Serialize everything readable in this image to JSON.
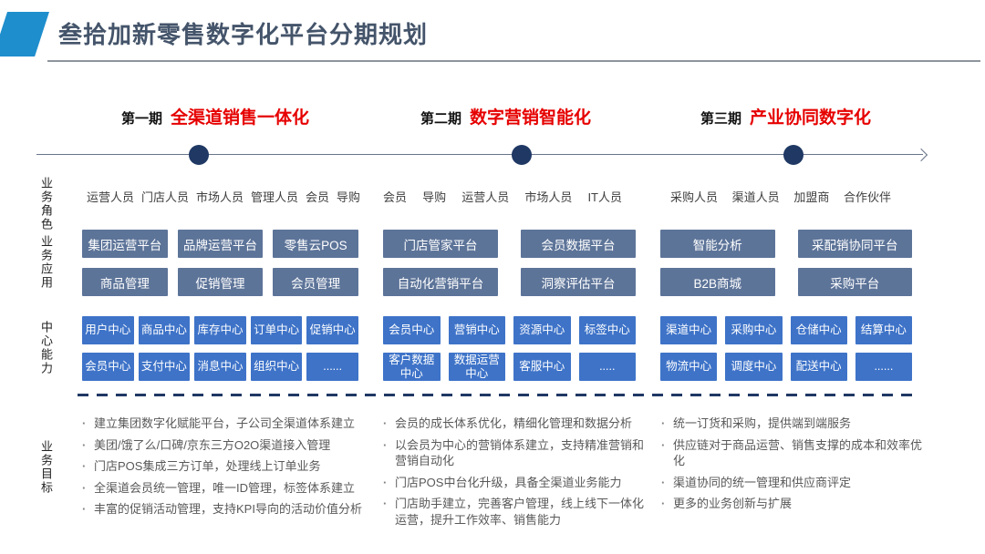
{
  "slide": {
    "title": "叁拾加新零售数字化平台分期规划"
  },
  "row_labels": {
    "roles": "业务角色",
    "apps": "业务应用",
    "centers": "中心能力",
    "goals": "业务目标"
  },
  "phases": [
    {
      "label": "第一期",
      "title": "全渠道销售一体化",
      "roles": [
        "运营人员",
        "门店人员",
        "市场人员",
        "管理人员",
        "会员",
        "导购"
      ],
      "apps": [
        [
          "集团运营平台",
          "品牌运营平台",
          "零售云POS"
        ],
        [
          "商品管理",
          "促销管理",
          "会员管理"
        ]
      ],
      "centers": [
        [
          "用户中心",
          "商品中心",
          "库存中心",
          "订单中心",
          "促销中心"
        ],
        [
          "会员中心",
          "支付中心",
          "消息中心",
          "组织中心",
          "......"
        ]
      ],
      "goals": [
        "建立集团数字化赋能平台，子公司全渠道体系建立",
        "美团/饿了么/口碑/京东三方O2O渠道接入管理",
        "门店POS集成三方订单，处理线上订单业务",
        "全渠道会员统一管理，唯一ID管理，标签体系建立",
        "丰富的促销活动管理，支持KPI导向的活动价值分析"
      ]
    },
    {
      "label": "第二期",
      "title": "数字营销智能化",
      "roles": [
        "会员",
        "导购",
        "运营人员",
        "市场人员",
        "IT人员"
      ],
      "apps": [
        [
          "门店管家平台",
          "会员数据平台"
        ],
        [
          "自动化营销平台",
          "洞察评估平台"
        ]
      ],
      "centers": [
        [
          "会员中心",
          "营销中心",
          "资源中心",
          "标签中心"
        ],
        [
          "客户数据中心",
          "数据运营中心",
          "客服中心",
          "....."
        ]
      ],
      "goals": [
        "会员的成长体系优化，精细化管理和数据分析",
        "以会员为中心的营销体系建立，支持精准营销和营销自动化",
        "门店POS中台化升级，具备全渠道业务能力",
        "门店助手建立，完善客户管理，线上线下一体化运营，提升工作效率、销售能力"
      ]
    },
    {
      "label": "第三期",
      "title": "产业协同数字化",
      "roles": [
        "采购人员",
        "渠道人员",
        "加盟商",
        "合作伙伴"
      ],
      "apps": [
        [
          "智能分析",
          "采配销协同平台"
        ],
        [
          "B2B商城",
          "采购平台"
        ]
      ],
      "centers": [
        [
          "渠道中心",
          "采购中心",
          "仓储中心",
          "结算中心"
        ],
        [
          "物流中心",
          "调度中心",
          "配送中心",
          "......"
        ]
      ],
      "goals": [
        "统一订货和采购，提供端到端服务",
        "供应链对于商品运营、销售支撑的成本和效率优化",
        "渠道协同的统一管理和供应商评定",
        "更多的业务创新与扩展"
      ]
    }
  ],
  "colors": {
    "accent": "#1f8ecd",
    "title_text": "#44546a",
    "phase_title_red": "#e60000",
    "app_box": "#5d7499",
    "center_box": "#3e73c8",
    "timeline_navy": "#1f3864"
  }
}
